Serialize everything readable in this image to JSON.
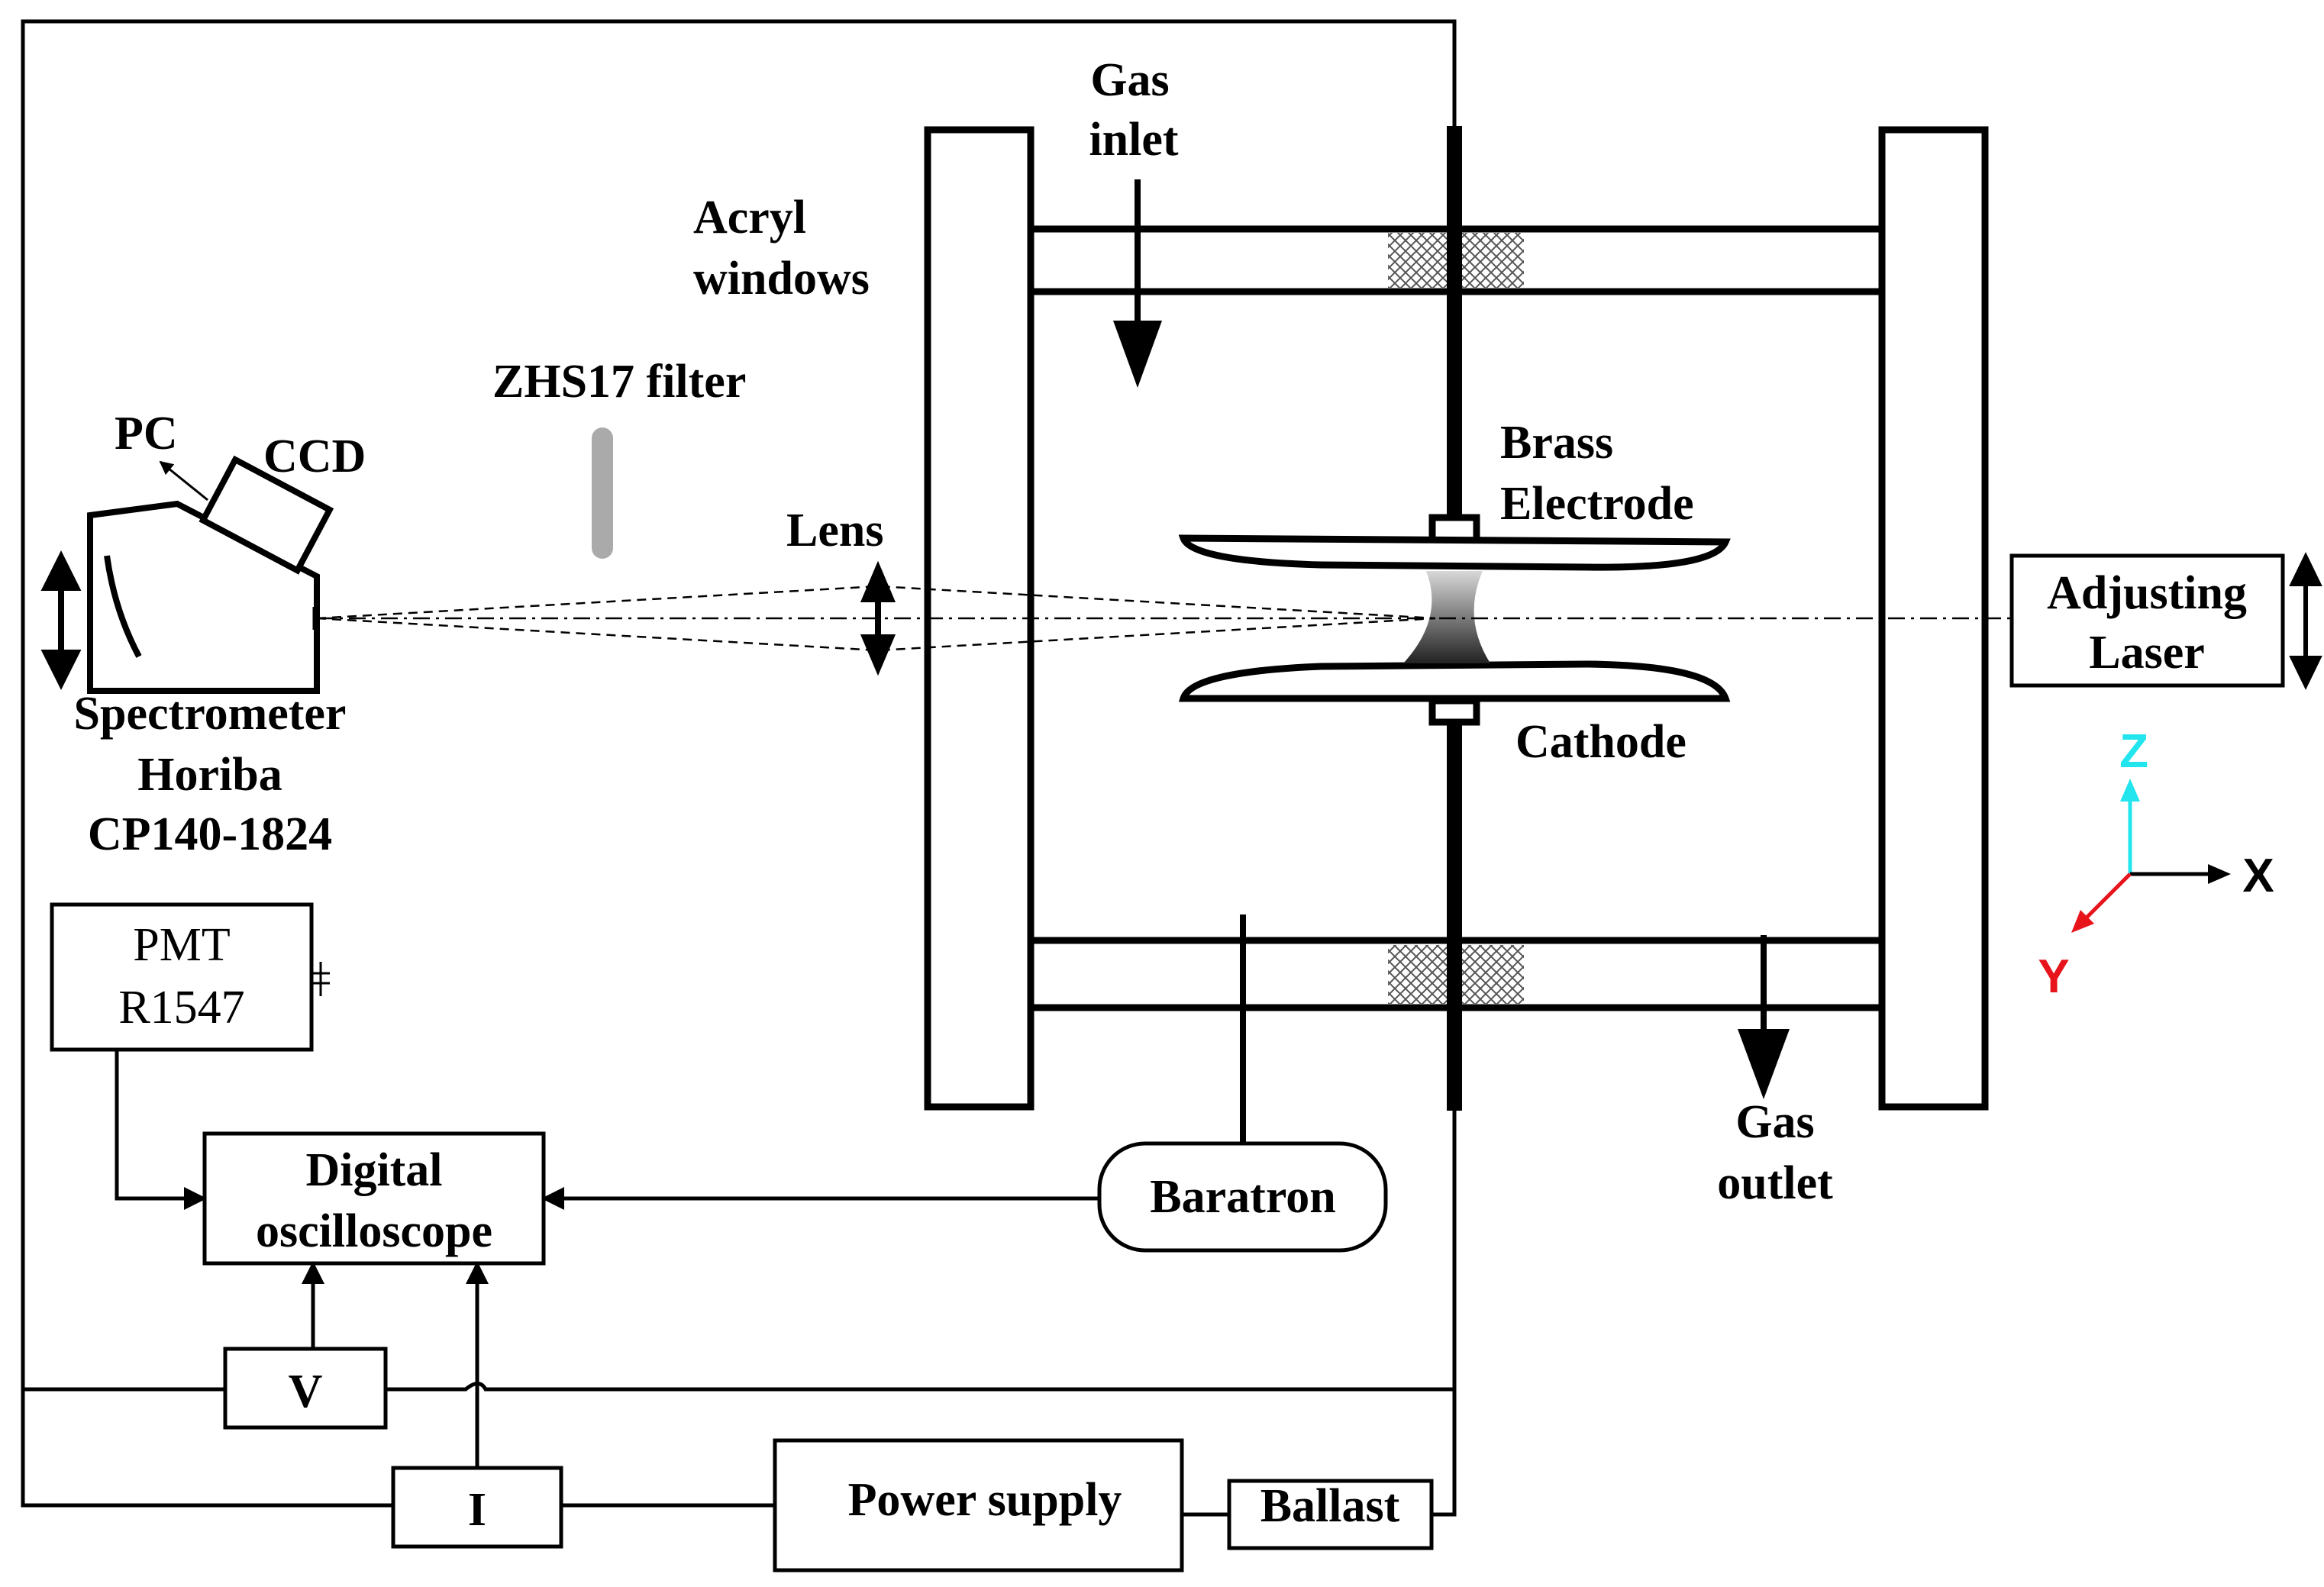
{
  "labels": {
    "gas_inlet": [
      "Gas",
      "inlet"
    ],
    "acryl_windows": [
      "Acryl",
      "windows"
    ],
    "zhs17_filter": "ZHS17 filter",
    "pc": "PC",
    "ccd": "CCD",
    "lens": "Lens",
    "brass_electrode": [
      "Brass",
      "Electrode"
    ],
    "cathode": "Cathode",
    "adjusting_laser": [
      "Adjusting",
      "Laser"
    ],
    "spectrometer": [
      "Spectrometer",
      "Horiba",
      "CP140-1824"
    ],
    "pmt": [
      "PMT",
      "R1547"
    ],
    "digital_oscilloscope": [
      "Digital",
      "oscilloscope"
    ],
    "baratron": "Baratron",
    "gas_outlet": [
      "Gas",
      "outlet"
    ],
    "v_meter": "V",
    "i_meter": "I",
    "power_supply": "Power supply",
    "ballast": "Ballast"
  },
  "axes": {
    "z": {
      "label": "Z",
      "color": "#22e5ee"
    },
    "x": {
      "label": "X",
      "color": "#000000"
    },
    "y": {
      "label": "Y",
      "color": "#e8141c"
    }
  },
  "colors": {
    "line": "#000000",
    "filter": "#aaaaaa",
    "hatch": "#555555"
  }
}
